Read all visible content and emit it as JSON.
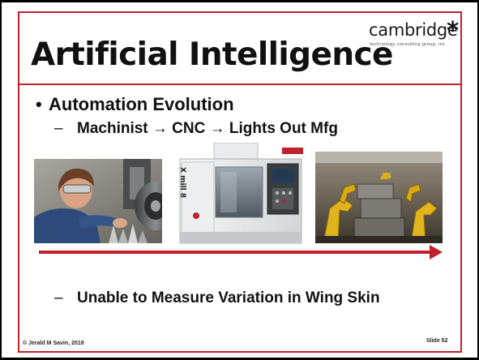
{
  "slide": {
    "logo_word": "cambridge",
    "logo_star": "*",
    "logo_tagline": "technology consulting group, inc.",
    "title": "Artificial Intelligence",
    "bullets": {
      "level1_marker": "•",
      "level1": "Automation Evolution",
      "level2_marker": "–",
      "level2_first": "Machinist → CNC → Lights Out Mfg",
      "level2_second": "Unable to Measure Variation in Wing Skin"
    },
    "cnc_machine_label": "X mill 8",
    "footer_left": "© Jerald M Savin, 2018",
    "footer_right": "Slide 52"
  },
  "colors": {
    "accent_red": "#c0202a",
    "text": "#111111"
  },
  "icons": {
    "photo_1": "machinist-photo",
    "photo_2": "cnc-machine-photo",
    "photo_3": "robotic-assembly-line-photo",
    "progression": "right-arrow-icon"
  }
}
